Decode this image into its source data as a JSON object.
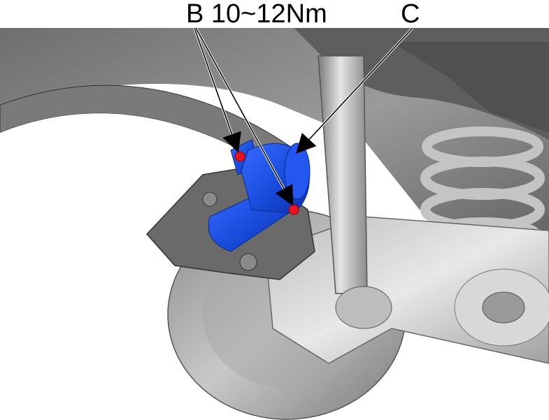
{
  "diagram": {
    "subject": "Rear brake caliper with electric parking brake actuator",
    "labels": {
      "b": {
        "letter": "B",
        "spec": "10~12Nm",
        "text": "B 10~12Nm"
      },
      "c": {
        "letter": "C",
        "text": "C"
      }
    },
    "callouts": [
      {
        "id": "B",
        "target": "actuator-bolt-upper",
        "target_color": "#e8141e"
      },
      {
        "id": "B",
        "target": "actuator-bolt-lower",
        "target_color": "#e8141e"
      },
      {
        "id": "C",
        "target": "parking-brake-actuator",
        "target_color": "#1a4fe0"
      }
    ],
    "colors": {
      "highlight_part": "#1a4fe0",
      "fasteners": "#e8141e",
      "body_grey": "#8a8a8a",
      "background": "#ffffff"
    }
  }
}
